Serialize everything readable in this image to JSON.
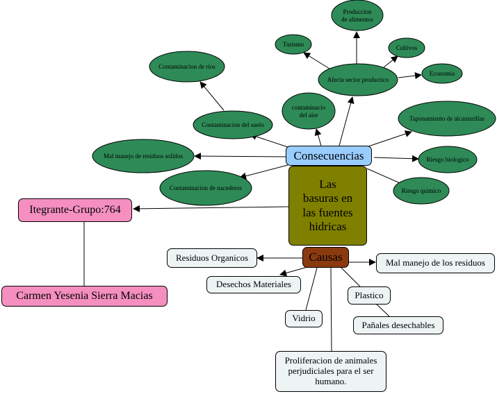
{
  "central": {
    "label": "Las basuras en las fuentes hidricas",
    "color": "#808000"
  },
  "consecuencias": {
    "label": "Consecuencias",
    "color": "#99ccff",
    "items": [
      "Mal manejo de residuos solidos",
      "Contaminacion del suelo",
      "Contaminacion de rios",
      "contaminacio del aire",
      "Afecta sector productico",
      "Taponamiento de alcantarillas",
      "Riesgo biologico",
      "Riesgo quimico",
      "Contaminacion de nacederos"
    ],
    "sector_productivo": {
      "items": [
        "Turismo",
        "Produccion de alimentos",
        "Cultivos",
        "Economia"
      ]
    },
    "ellipse_color": "#2e8b57"
  },
  "causas": {
    "label": "Causas",
    "color": "#8b3a0f",
    "items": [
      "Residuos Organicos",
      "Desechos Materiales",
      "Vidrio",
      "Proliferacion de animales perjudiciales para el ser humano.",
      "Plastico",
      "Pañales desechables",
      "Mal manejo de los residuos"
    ]
  },
  "integrantes": {
    "group_label": "Itegrante-Grupo:764",
    "member": "Carmen Yesenia Sierra Macias",
    "color": "#f48fc0"
  }
}
